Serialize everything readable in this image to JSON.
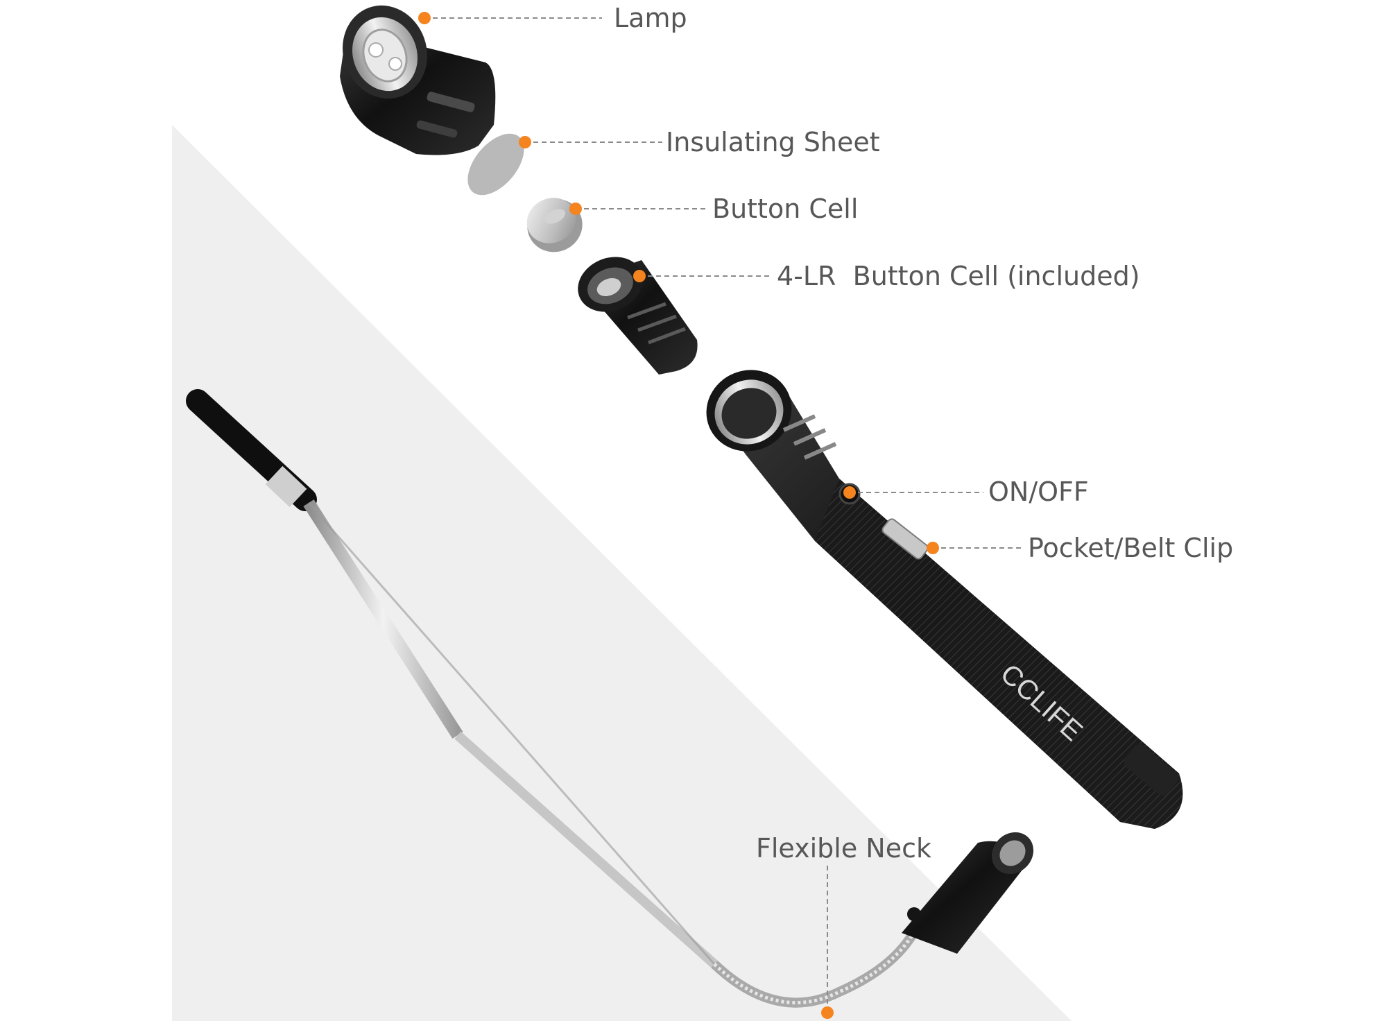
{
  "colors": {
    "background": "#ffffff",
    "floor": "#efefef",
    "accent_dot": "#f5841f",
    "label_text": "#575757",
    "leader_line": "#8a8a8a",
    "metal_dark": "#1b1b1b",
    "chrome": "#c9c9c9"
  },
  "parts": {
    "lamp": "Lamp",
    "insulating_sheet": "Insulating Sheet",
    "button_cell": "Button Cell",
    "battery_holder": "4-LR  Button Cell (included)",
    "switch": "ON/OFF",
    "clip": "Pocket/Belt Clip",
    "neck": "Flexible Neck"
  },
  "brand": {
    "logo": "CCLIFE"
  }
}
